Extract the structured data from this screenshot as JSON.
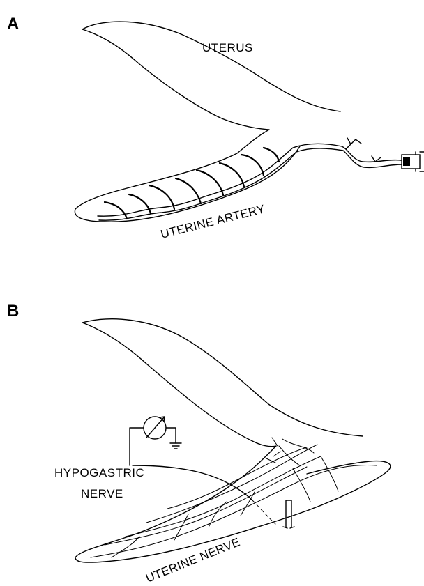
{
  "panels": {
    "a": {
      "letter": "A",
      "uterus_label": "UTERUS",
      "artery_label": "UTERINE ARTERY"
    },
    "b": {
      "letter": "B",
      "hypogastric_label_line1": "HYPOGASTRIC",
      "hypogastric_label_line2": "NERVE",
      "uterine_nerve_label": "UTERINE NERVE"
    }
  },
  "colors": {
    "ink": "#000000",
    "background": "#ffffff"
  }
}
